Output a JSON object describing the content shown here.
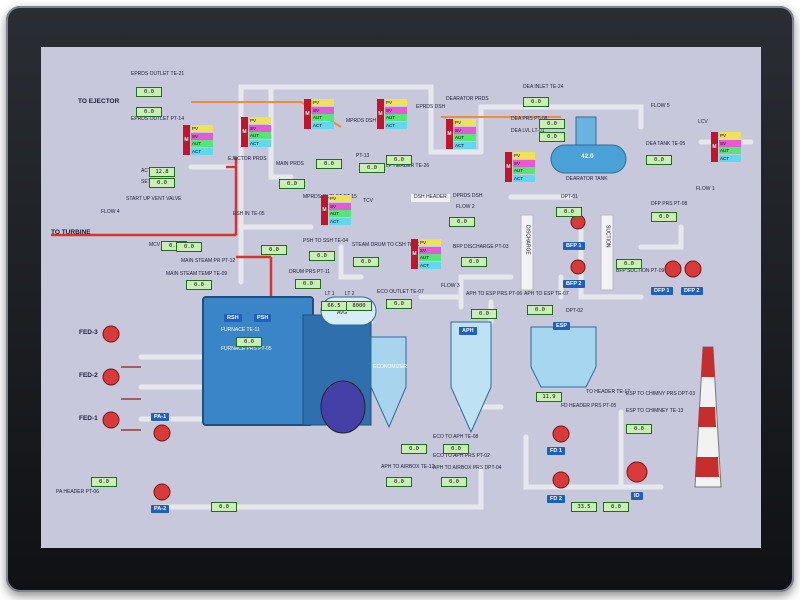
{
  "lines": {
    "to_ejector": "TO EJECTOR",
    "to_turbine": "TO TURBINE",
    "prds_outlet": "EPRDS OUTLET TE-21",
    "eprds_outlet_pt": "EPRDS OUTLET PT-14",
    "act": "ACT",
    "set": "SET",
    "startup_vent": "START UP VENT VALVE",
    "flow4": "FLOW 4",
    "mcv2": "MCV 2",
    "main_steam_pr": "MAIN STEAM PR PT-12",
    "main_steam_temp": "MAIN STEAM TEMP TE-09",
    "ejector_prds": "EJECTOR PRDS",
    "main_prds": "MAIN PRDS",
    "mprds_dsh": "MPRDS DSH",
    "mprds_outlet": "MPRDS OUTLET PT-15",
    "eprds_dsh": "EPRDS DSH",
    "deaerator_prds": "DEARATOR PRDS",
    "pt13": "PT-13",
    "lp_header_tag": "LP HEADER",
    "lp_header": "LP HEADER TE-26",
    "tcv": "TCV",
    "dsh_header": "DSH HEADER",
    "dprds_dsh": "DPRDS DSH",
    "dea_inlet": "DEA INLET TE-24",
    "dea_pr": "DEA PRS PT-08",
    "dea_lvl": "DEA LVL LT-01",
    "deaerator_tank": "DEARATOR TANK",
    "tank_temp": "42.0",
    "dea_tank": "DEA TANK TE-05",
    "lcv": "LCV",
    "flow5": "FLOW 5",
    "flow1": "FLOW 1",
    "flow2": "FLOW 2",
    "flow3": "FLOW 3",
    "dpt01": "DPT-01",
    "dfp_pr": "DFP PRS PT-08",
    "bfp_discharge": "BFP DISCHARGE PT-03",
    "bfp_suction": "BFP SUCTION PT-09",
    "discharge": "DISCHARGE",
    "suction": "SUCTION",
    "esh_in": "ESH IN TE-05",
    "psh_to_ssh": "PSH TO SSH TE-04",
    "steam_drum": "STEAM DRUM TO CSH TE-03",
    "drum_pr": "DRUM PRS PT-11",
    "eco_outlet": "ECO OUTLET TE-07",
    "aph_to_esp": "APH TO ESP PRS PT-06",
    "aph_to_esp_temp": "APH TO ESP TE-07",
    "dpt02": "DPT-02",
    "furnace_temp": "FURNACE TE-11",
    "furnace_pr": "FURNACE PRS PT-05",
    "economizer": "ECONOMIZER",
    "eco_to_aph": "ECO TO APH TE-08",
    "eco_to_aph_pr": "ECO TO APH PRS PT-02",
    "aph_to_airbox": "APH TO AIRBOX TE-12",
    "aph_to_airbox_pr": "APH TO AIRBOX PRS DPT-04",
    "fd_header": "FD HEADER PRS PT-05",
    "fd_header_te": "TO HEADER TE-17",
    "esp_to_chimney_pr": "ESP TO CHIMNY PRS DPT-03",
    "esp_to_chimney": "ESP TO CHIMNEY TE-13",
    "pa_header": "PA HEADER PT-06"
  },
  "tags": {
    "rsh": "RSH",
    "psh": "PSH",
    "aph": "APH",
    "esp": "ESP",
    "bfp1": "BFP 1",
    "bfp2": "BFP 2",
    "dfp1": "DFP 1",
    "dfp2": "DFP 2",
    "fed3": "FED-3",
    "fed2": "FED-2",
    "fed1": "FED-1",
    "pa1": "PA-1",
    "pa2": "PA-2",
    "fd1": "FD 1",
    "fd2": "FD 2",
    "id": "ID",
    "lt1": "LT 1",
    "lt2": "LT 2",
    "avg": "AVG"
  },
  "values": {
    "v00": "0.0",
    "v01": "0.0",
    "v02": "0.0",
    "v03": "0.0",
    "v04": "0.0",
    "v05": "0.0",
    "v06": "0.0",
    "v07": "0.0",
    "v08": "0.0",
    "v09": "0.0",
    "v10": "0.0",
    "v11": "0.0",
    "v12": "0.0",
    "v13": "0.0",
    "v14": "0.0",
    "v15": "0.0",
    "v16": "0.0",
    "v17": "0.0",
    "v18": "0.0",
    "v19": "0.0",
    "v20": "0.0",
    "v21": "0.0",
    "v22": "0.0",
    "v23": "0.0",
    "v24": "0.0",
    "v25": "0.0",
    "v26": "0.0",
    "v27": "0.0",
    "v28": "0.0",
    "v29": "0.0",
    "act_val": "12.8",
    "set_val": "0.0",
    "mcv_act": "0.0",
    "lt1": "66.5",
    "lt2": "8000",
    "fd_act": "11.9",
    "id_set": "0.0",
    "id_act": "33.5"
  },
  "pid": {
    "m": "M",
    "pv": "PV",
    "sv": "SV",
    "aut": "AUT",
    "act": "ACT"
  },
  "colors": {
    "steam_hot": "#d9342b",
    "steam": "#e0e0e6",
    "feed": "#f08a3c",
    "screen": "#c8c8dc"
  }
}
